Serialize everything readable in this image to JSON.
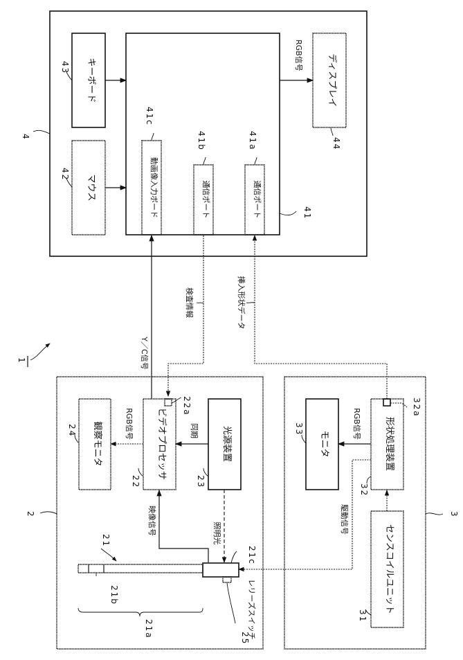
{
  "figure": {
    "orientation": "rotated-90-clockwise",
    "system_ref": "1"
  },
  "units": {
    "computer": {
      "ref": "4",
      "blocks": {
        "keyboard": {
          "ref": "43",
          "label": "キーボード"
        },
        "mouse": {
          "ref": "42",
          "label": "マウス"
        },
        "main": {
          "ref": "41"
        },
        "capture_board": {
          "ref": "41c",
          "label": "動画像入力ボード"
        },
        "comm_port_b": {
          "ref": "41b",
          "label": "通信ポート"
        },
        "comm_port_a": {
          "ref": "41a",
          "label": "通信ポート"
        },
        "display": {
          "ref": "44",
          "label": "ディスプレイ"
        }
      },
      "signals": {
        "rgb_out": "RGB信号"
      }
    },
    "endoscope": {
      "ref": "2",
      "blocks": {
        "observation_monitor": {
          "ref": "24",
          "label": "観察モニタ"
        },
        "video_processor": {
          "ref": "22",
          "label": "ビデオプロセッサ"
        },
        "processor_port": {
          "ref": "22a"
        },
        "light_source": {
          "ref": "23",
          "label": "光源装置"
        },
        "scope": {
          "ref": "21"
        },
        "insertion_part": {
          "ref": "21a"
        },
        "coil": {
          "ref": "21b"
        },
        "operation_part": {
          "ref": "21c"
        },
        "release_switch": {
          "ref": "25",
          "label": "レリーズスイッチ"
        }
      },
      "signals": {
        "rgb": "RGB信号",
        "sync": "同期",
        "image_signal": "映像信号",
        "illumination": "照明光"
      }
    },
    "shape_detector": {
      "ref": "3",
      "blocks": {
        "monitor": {
          "ref": "33",
          "label": "モニタ"
        },
        "shape_processor": {
          "ref": "32",
          "label": "形状処理装置"
        },
        "shape_port": {
          "ref": "32a"
        },
        "sense_coil_unit": {
          "ref": "31",
          "label": "センスコイルユニット"
        }
      },
      "signals": {
        "rgb": "RGB信号",
        "drive": "駆動信号"
      }
    }
  },
  "links": {
    "yc_signal": "Y／C信号",
    "exam_info": "検査情報",
    "insertion_shape_data": "挿入形状データ"
  }
}
